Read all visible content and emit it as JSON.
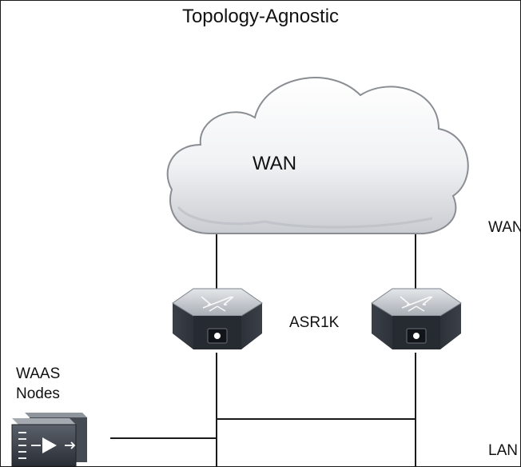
{
  "title": "Topology-Agnostic",
  "cloud": {
    "label": "WAN"
  },
  "labels": {
    "wan_side": "WAN",
    "router": "ASR1K",
    "waas_nodes": "WAAS\nNodes",
    "lan_side": "LAN"
  },
  "icons": {
    "cloud": "wan-cloud-icon",
    "router": "router-icon",
    "waas": "waas-appliance-icon"
  },
  "colors": {
    "line": "#1a1a1a",
    "router_top": "#c9cdd2",
    "router_body": "#2b2f36",
    "waas_body": "#3a3f48",
    "cloud_fill": "#eeeff1",
    "cloud_edge": "#8a8d92"
  }
}
